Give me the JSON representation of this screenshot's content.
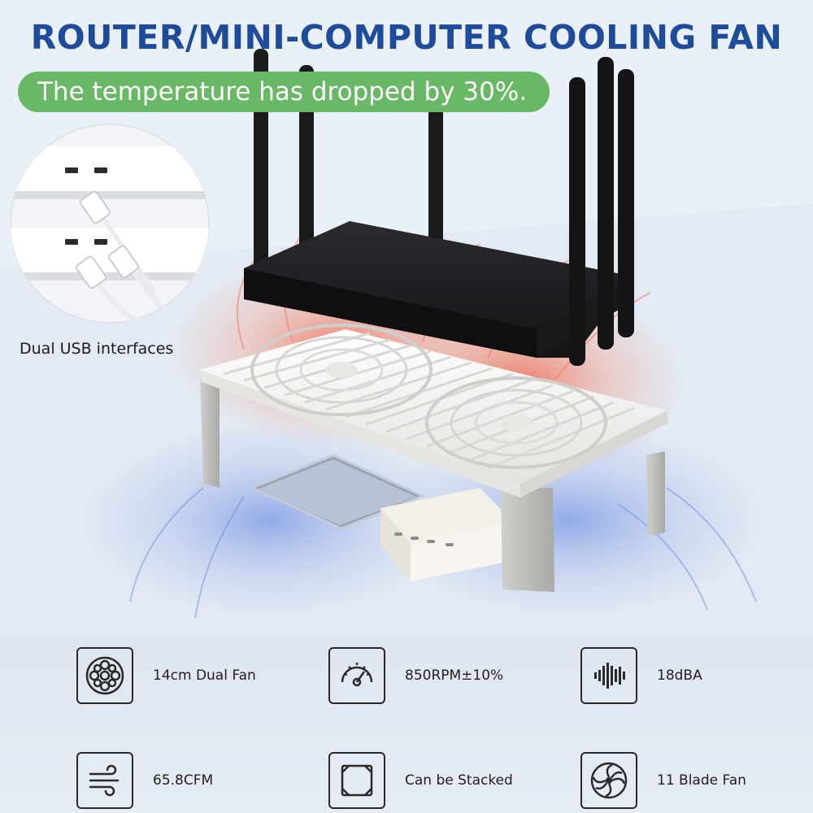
{
  "title": "ROUTER/MINI-COMPUTER COOLING FAN",
  "subtitle": "The temperature has dropped by 30%.",
  "usb_caption": "Dual USB interfaces",
  "colors": {
    "title": "#1e4c9b",
    "pill": "#69b866",
    "router": "#1f1f22",
    "stand": "#f4f3f0",
    "warm_air": "#ef6b4a",
    "cool_air": "#6f8fe0"
  },
  "specs": [
    {
      "icon": "dual-fan-icon",
      "label": "14cm Dual Fan"
    },
    {
      "icon": "speedometer-icon",
      "label": "850RPM±10%"
    },
    {
      "icon": "sound-wave-icon",
      "label": "18dBA"
    },
    {
      "icon": "airflow-icon",
      "label": "65.8CFM"
    },
    {
      "icon": "stack-frame-icon",
      "label": "Can be Stacked"
    },
    {
      "icon": "fan-blade-icon",
      "label": "11 Blade Fan"
    }
  ]
}
